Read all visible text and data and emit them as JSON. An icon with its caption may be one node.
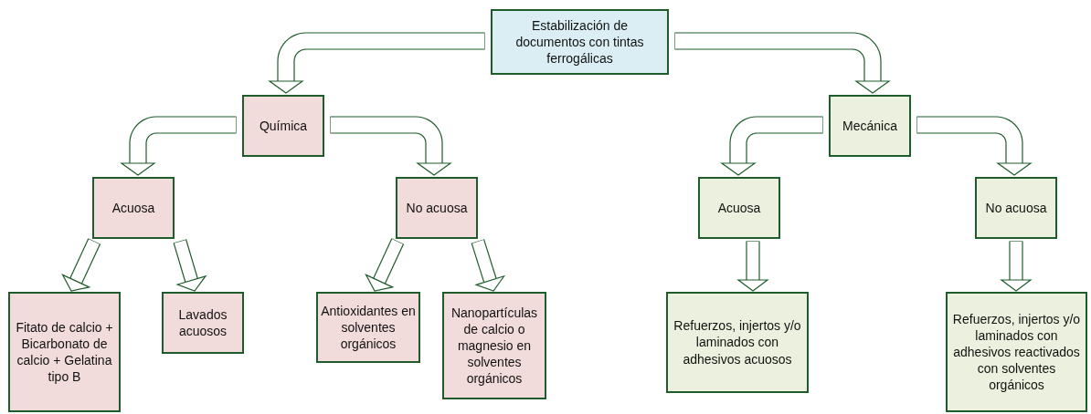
{
  "diagram": {
    "nodes": [
      {
        "text": [
          "Estabilización de documentos con tintas ferrogálicas"
        ]
      },
      {
        "text": [
          "Química"
        ]
      },
      {
        "text": [
          "Mecánica"
        ]
      },
      {
        "text": [
          "Acuosa"
        ]
      },
      {
        "text": [
          "No acuosa"
        ]
      },
      {
        "text": [
          "Acuosa"
        ]
      },
      {
        "text": [
          "No acuosa"
        ]
      },
      {
        "text": [
          "Fitato de calcio + Bicarbonato de calcio + Gelatina tipo B"
        ]
      },
      {
        "text": [
          "Lavados acuosos"
        ]
      },
      {
        "text": [
          "Antioxidantes en solventes orgánicos"
        ]
      },
      {
        "text": [
          "Nanopartículas de calcio o magnesio en solventes orgánicos"
        ]
      },
      {
        "text": [
          "Refuerzos, injertos y/o laminados con adhesivos acuosos"
        ]
      },
      {
        "text": [
          "Refuerzos, injertos y/o laminados con adhesivos reactivados con solventes orgánicos"
        ]
      }
    ],
    "edges": [
      {
        "from": 0,
        "to": 1,
        "arrow": "to"
      },
      {
        "from": 0,
        "to": 2,
        "arrow": "to"
      },
      {
        "from": 1,
        "to": 3,
        "arrow": "to"
      },
      {
        "from": 1,
        "to": 4,
        "arrow": "to"
      },
      {
        "from": 2,
        "to": 5,
        "arrow": "to"
      },
      {
        "from": 2,
        "to": 6,
        "arrow": "to"
      },
      {
        "from": 3,
        "to": 7,
        "arrow": "to"
      },
      {
        "from": 3,
        "to": 8,
        "arrow": "to"
      },
      {
        "from": 4,
        "to": 9,
        "arrow": "to"
      },
      {
        "from": 4,
        "to": 10,
        "arrow": "to"
      },
      {
        "from": 5,
        "to": 11,
        "arrow": "to"
      },
      {
        "from": 6,
        "to": 12,
        "arrow": "to"
      }
    ]
  }
}
